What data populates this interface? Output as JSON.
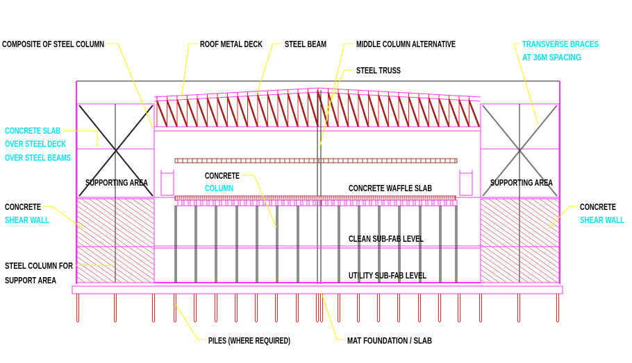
{
  "labels": {
    "composite_column": "COMPOSITE OF STEEL COLUMN",
    "roof_deck": "ROOF METAL DECK",
    "steel_beam": "STEEL BEAM",
    "middle_column": "MIDDLE COLUMN ALTERNATIVE",
    "steel_truss": "STEEL TRUSS",
    "transverse_1": "TRANSVERSE BRACES",
    "transverse_2": "AT 36M SPACING",
    "slab_1": "CONCRETE SLAB",
    "slab_2": "OVER STEEL DECK",
    "slab_3": "OVER STEEL BEAMS",
    "supporting_left": "SUPPORTING AREA",
    "supporting_right": "SUPPORTING AREA",
    "concrete_col_1": "CONCRETE",
    "concrete_col_2": "COLUMN",
    "waffle_slab": "CONCRETE WAFFLE SLAB",
    "clean_subfab": "CLEAN SUB-FAB LEVEL",
    "utility_subfab": "UTILITY SUB-FAB LEVEL",
    "shear_left_1": "CONCRETE",
    "shear_left_2": "SHEAR WALL",
    "shear_right_1": "CONCRETE",
    "shear_right_2": "SHEAR WALL",
    "steel_col_1": "STEEL COLUMN FOR",
    "steel_col_2": "SUPPORT AREA",
    "piles": "PILES (WHERE REQUIRED)",
    "mat": "MAT FOUNDATION / SLAB"
  },
  "colors": {
    "label": "#000000",
    "label_alt": "#00e5ff",
    "leader": "#ffff00",
    "structure": "#ff33ff",
    "truss": "#aa1111"
  }
}
